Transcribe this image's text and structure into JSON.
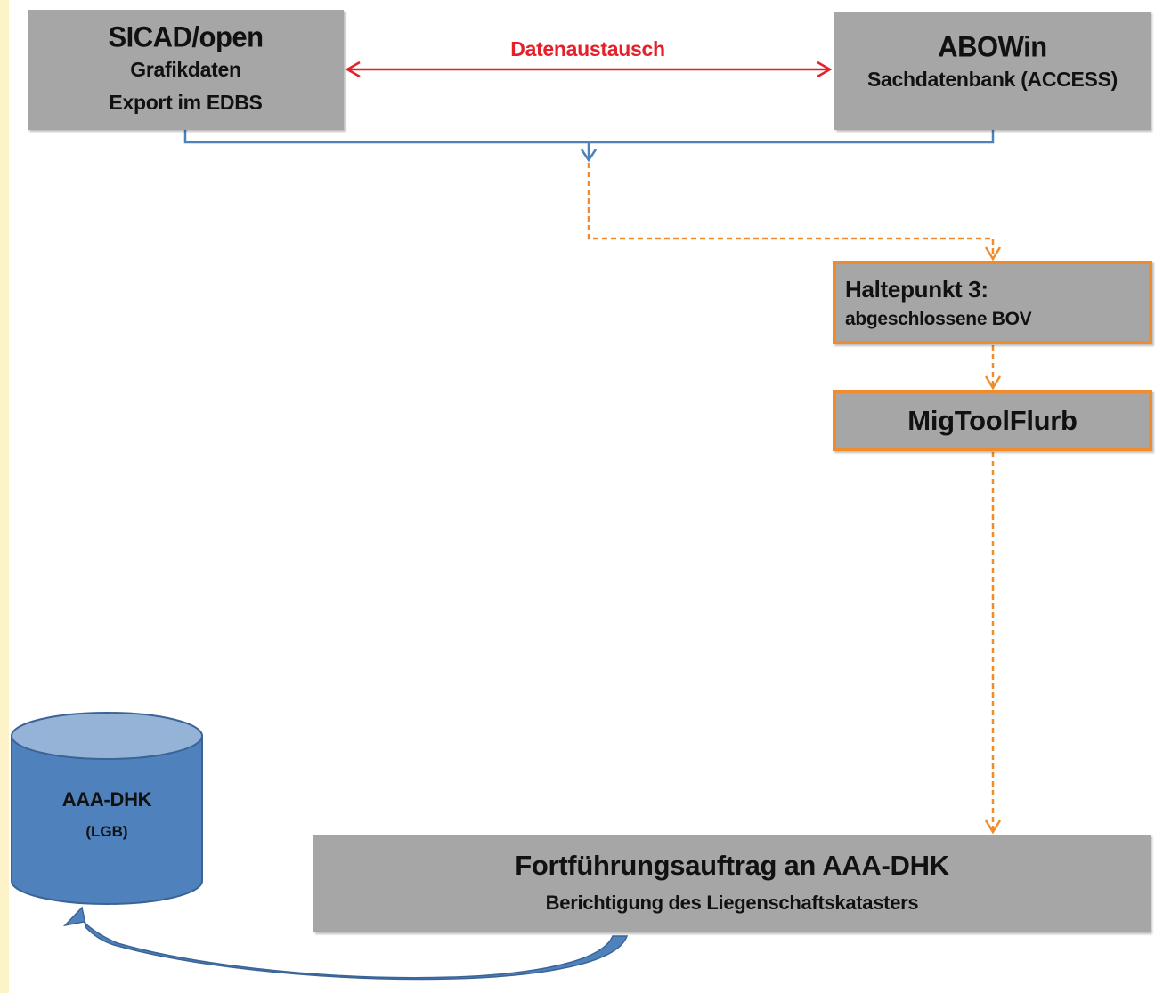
{
  "sicad": {
    "title": "SICAD/open",
    "line1": "Grafikdaten",
    "line2": "Export im EDBS"
  },
  "abowin": {
    "title": "ABOWin",
    "line1": "Sachdatenbank (ACCESS)"
  },
  "exchange": {
    "label": "Datenaustausch"
  },
  "haltepunkt": {
    "title": "Haltepunkt 3:",
    "subtitle": "abgeschlossene BOV"
  },
  "migtool": {
    "label": "MigToolFlurb"
  },
  "fortfuehrung": {
    "title": "Fortführungsauftrag an AAA-DHK",
    "subtitle": "Berichtigung des Liegenschaftskatasters"
  },
  "database": {
    "title": "AAA-DHK",
    "subtitle": "(LGB)"
  },
  "colors": {
    "background": "#fdf3c8",
    "box_fill": "#a6a6a6",
    "orange": "#f08c2c",
    "red": "#e5202a",
    "blue": "#4f81bd"
  }
}
